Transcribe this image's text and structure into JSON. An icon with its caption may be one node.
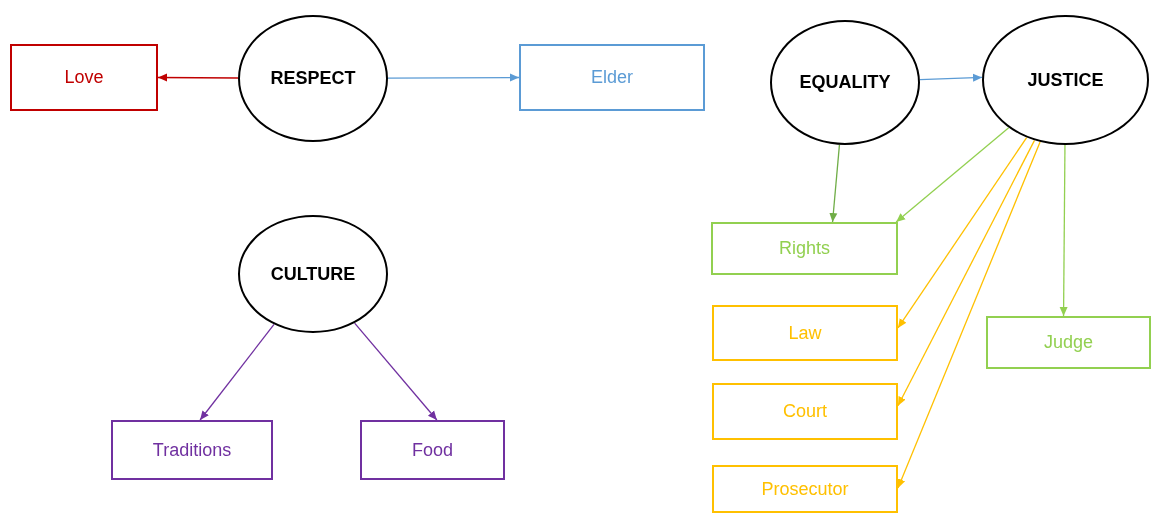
{
  "diagram": {
    "nodes": [
      {
        "text": [
          "RESPECT"
        ]
      },
      {
        "text": [
          "Love"
        ]
      },
      {
        "text": [
          "Elder"
        ]
      },
      {
        "text": [
          "EQUALITY"
        ]
      },
      {
        "text": [
          "JUSTICE"
        ]
      },
      {
        "text": [
          "CULTURE"
        ]
      },
      {
        "text": [
          "Rights"
        ]
      },
      {
        "text": [
          "Law"
        ]
      },
      {
        "text": [
          "Judge"
        ]
      },
      {
        "text": [
          "Court"
        ]
      },
      {
        "text": [
          "Traditions"
        ]
      },
      {
        "text": [
          "Food"
        ]
      },
      {
        "text": [
          "Prosecutor"
        ]
      }
    ],
    "edges": [
      {
        "from": 0,
        "to": 1,
        "arrow": "to",
        "color": "#c00000"
      },
      {
        "from": 0,
        "to": 2,
        "arrow": "to",
        "color": "#5b9bd5"
      },
      {
        "from": 3,
        "to": 4,
        "arrow": "to",
        "color": "#5b9bd5"
      },
      {
        "from": 3,
        "to": 6,
        "arrow": "to",
        "color": "#70ad47"
      },
      {
        "from": 4,
        "to": 6,
        "arrow": "to",
        "color": "#92d050"
      },
      {
        "from": 4,
        "to": 7,
        "arrow": "to",
        "color": "#ffc000"
      },
      {
        "from": 4,
        "to": 9,
        "arrow": "to",
        "color": "#ffc000"
      },
      {
        "from": 4,
        "to": 12,
        "arrow": "to",
        "color": "#ffc000"
      },
      {
        "from": 4,
        "to": 8,
        "arrow": "to",
        "color": "#92d050"
      },
      {
        "from": 5,
        "to": 10,
        "arrow": "to",
        "color": "#7030a0"
      },
      {
        "from": 5,
        "to": 11,
        "arrow": "to",
        "color": "#7030a0"
      }
    ]
  }
}
